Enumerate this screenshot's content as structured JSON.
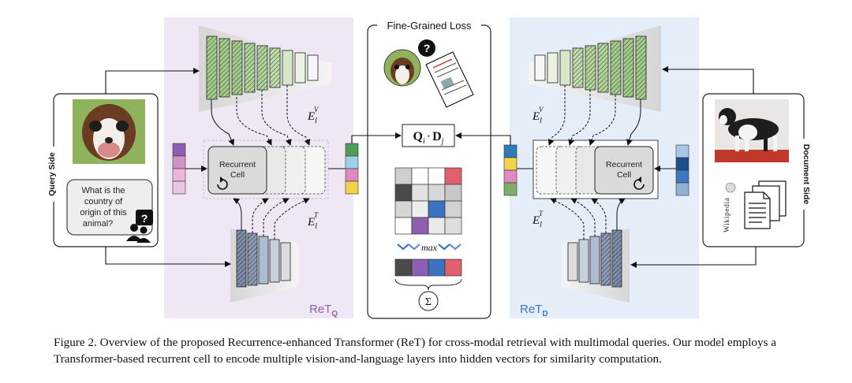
{
  "query_side": {
    "label": "Query Side",
    "image": "dog-photo",
    "question_lines": [
      "What is the",
      "country of",
      "origin of this",
      "animal?"
    ],
    "question_mark": "?"
  },
  "document_side": {
    "label": "Document Side",
    "image": "dog-standing-photo",
    "wikipedia_text": "Wikipedia",
    "icon": "document-stack-icon"
  },
  "loss": {
    "title": "Fine-Grained Loss",
    "similarity_label": "Q",
    "similarity_dot": "·",
    "similarity_d": "D",
    "sub_i": "i",
    "sub_j": "j",
    "max_label": "max",
    "sum_label": "Σ",
    "question_mark": "?"
  },
  "ret_q": {
    "label": "ReT",
    "sub": "Q",
    "recurrent_cell_line1": "Recurrent",
    "recurrent_cell_line2": "Cell",
    "ev_label": "E",
    "ev_sub": "l",
    "ev_sup": "V",
    "et_label": "E",
    "et_sub": "l",
    "et_sup": "T"
  },
  "ret_d": {
    "label": "ReT",
    "sub": "D",
    "recurrent_cell_line1": "Recurrent",
    "recurrent_cell_line2": "Cell",
    "ev_label": "E",
    "ev_sub": "l",
    "ev_sup": "V",
    "et_label": "E",
    "et_sub": "l",
    "et_sup": "T"
  },
  "colors": {
    "ret_q_bg": "#efe8f4",
    "ret_d_bg": "#e4edf8",
    "ret_q_accent": "#8e5fb0",
    "ret_d_accent": "#3d78c4",
    "green_layer": "#a6cc8e",
    "blue_layer": "#aebbd2",
    "gray_layer": "#c9c9c9"
  },
  "caption": {
    "text": "Figure 2. Overview of the proposed Recurrence-enhanced Transformer (ReT) for cross-modal retrieval with multimodal queries. Our model employs a Transformer-based recurrent cell to encode multiple vision-and-language layers into hidden vectors for similarity computation."
  }
}
